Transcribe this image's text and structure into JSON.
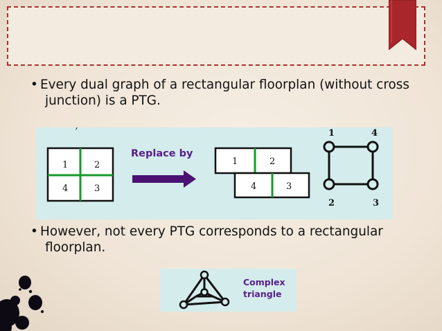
{
  "slide": {
    "bullet_char": "•",
    "bullet1_line1": "Every dual graph of a rectangular floorplan (without cross",
    "bullet1_line2": "junction) is a PTG.",
    "bullet2_line1": "However, not every PTG corresponds to a rectangular",
    "bullet2_line2": "floorplan."
  },
  "figure": {
    "replace_label": "Replace by",
    "grid_labels": [
      "1",
      "2",
      "4",
      "3"
    ],
    "split_labels": [
      "1",
      "2",
      "4",
      "3"
    ],
    "graph_labels": [
      "1",
      "4",
      "2",
      "3"
    ],
    "truncated_mark": ")"
  },
  "triangle": {
    "label_line1": "Complex",
    "label_line2": "triangle"
  },
  "colors": {
    "title_border": "#a8322c",
    "ribbon": "#a9262a",
    "panel_bg": "#d4ecec",
    "label_purple": "#5a1f8a",
    "arrow_purple": "#4a1272",
    "divider_green": "#169a2b"
  }
}
